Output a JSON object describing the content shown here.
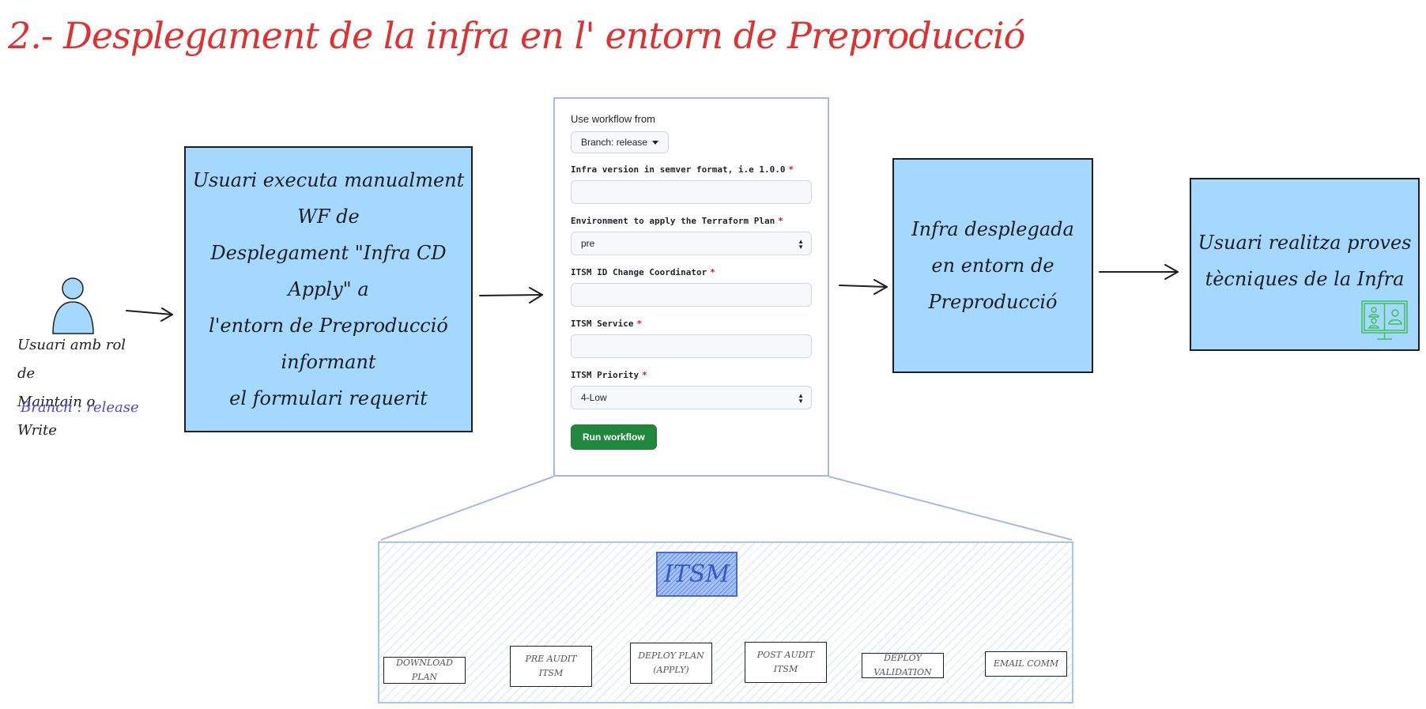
{
  "title": "2.- Desplegament de la infra en l' entorn de Preproducció",
  "actor": {
    "label": "Usuari amb rol de\nMaintain o Write",
    "branch": "Branch : release"
  },
  "steps": {
    "execute": "Usuari executa manualment WF de\nDesplegament \"Infra CD Apply\" a\nl'entorn de Preproducció informant\nel formulari requerit",
    "deployed": "Infra desplegada\nen entorn de\nPreproducció",
    "tests": "Usuari realitza proves\ntècniques de la Infra"
  },
  "form": {
    "use_workflow_from": "Use workflow from",
    "branch_button": "Branch: release",
    "fields": {
      "infra_version": {
        "label": "Infra version in semver format, i.e 1.0.0",
        "value": ""
      },
      "environment": {
        "label": "Environment to apply the Terraform Plan",
        "value": "pre"
      },
      "itsm_coordinator": {
        "label": "ITSM ID Change Coordinator",
        "value": ""
      },
      "itsm_service": {
        "label": "ITSM Service",
        "value": ""
      },
      "itsm_priority": {
        "label": "ITSM Priority",
        "value": "4-Low"
      }
    },
    "required_mark": "*",
    "run_button": "Run workflow"
  },
  "pipeline": {
    "itsm": "ITSM",
    "stages": {
      "download": "DOWNLOAD PLAN",
      "pre_audit": "PRE AUDIT\nITSM",
      "deploy_plan": "DEPLOY PLAN\n(APPLY)",
      "post_audit": "POST AUDIT\nITSM",
      "deploy_validation": "DEPLOY VALIDATION",
      "email": "EMAIL COMM"
    }
  },
  "colors": {
    "box_fill": "#a5d8ff",
    "title": "#e03131",
    "run_button": "#1f883d",
    "monitor_icon": "#40c057"
  }
}
